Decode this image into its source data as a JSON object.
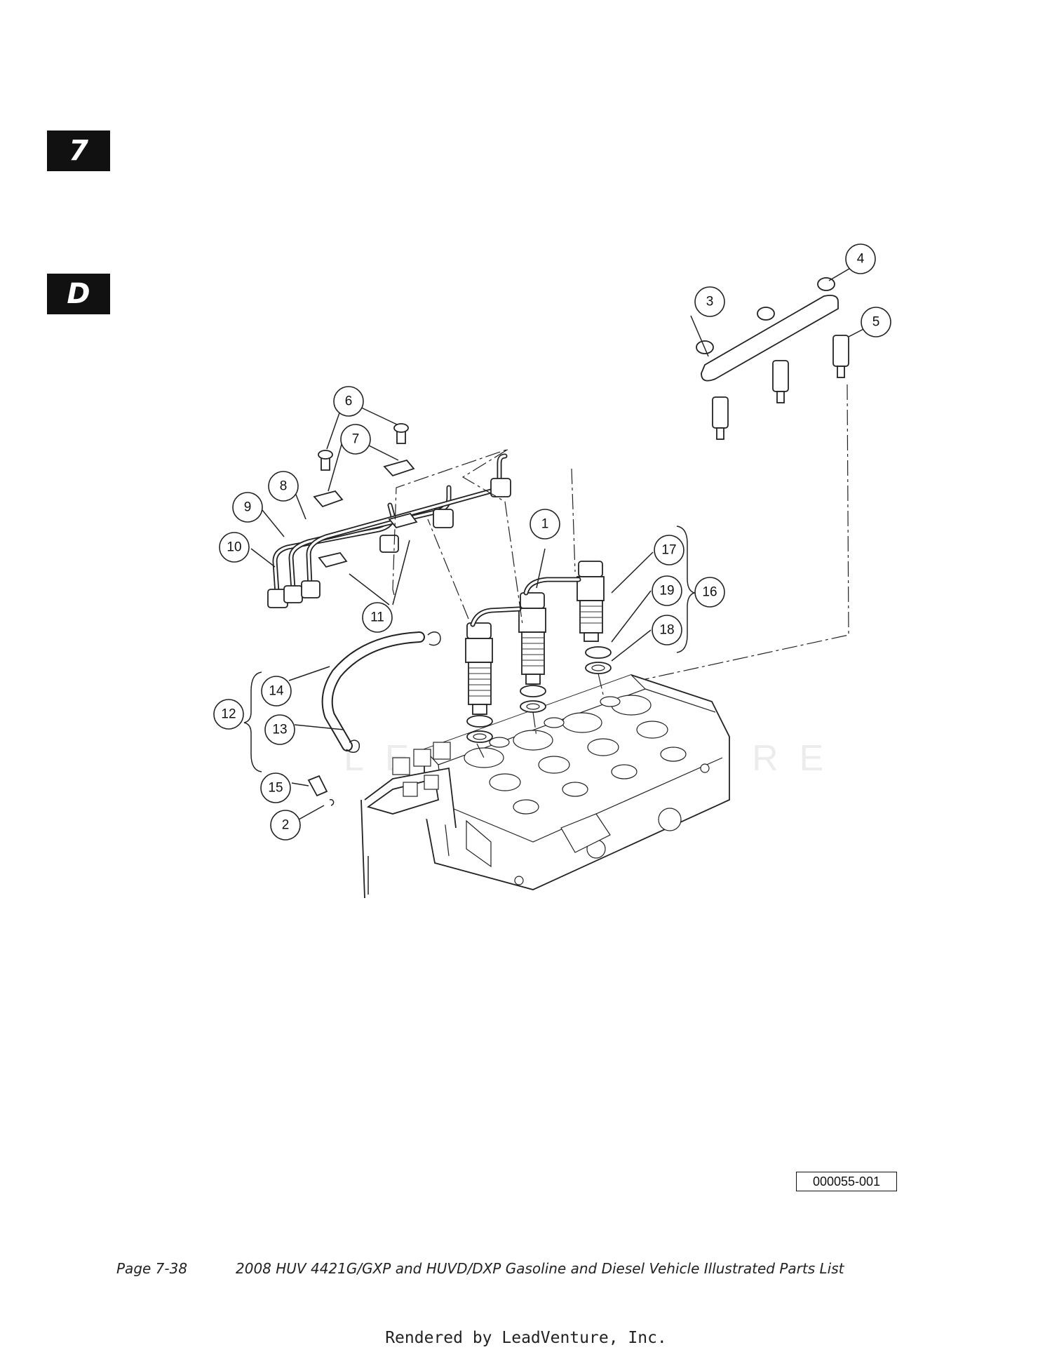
{
  "tabs": {
    "section": "7",
    "letter": "D"
  },
  "callouts": [
    "1",
    "2",
    "3",
    "4",
    "5",
    "6",
    "7",
    "8",
    "9",
    "10",
    "11",
    "12",
    "13",
    "14",
    "15",
    "16",
    "17",
    "18",
    "19"
  ],
  "watermark": "LEADVENTURE",
  "figure_id": "000055-001",
  "footer": {
    "page": "Page 7-38",
    "title": "2008 HUV 4421G/GXP and HUVD/DXP Gasoline and Diesel Vehicle Illustrated Parts List"
  },
  "rendered_by": "Rendered by LeadVenture, Inc."
}
